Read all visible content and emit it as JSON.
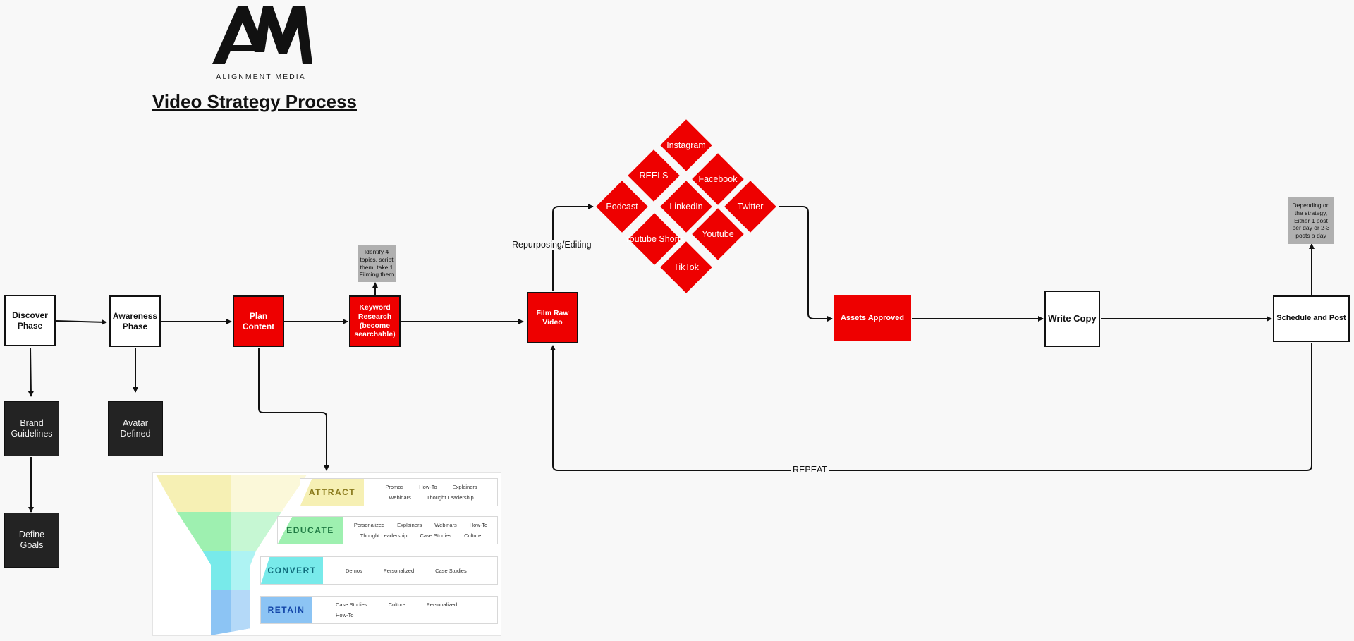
{
  "logo": {
    "brand_name": "ALIGNMENT MEDIA",
    "monogram": "AM"
  },
  "page_title": "Video Strategy Process",
  "boxes": {
    "discover": "Discover Phase",
    "awareness": "Awareness Phase",
    "plan": "Plan Content",
    "keyword": "Keyword Research (become searchable)",
    "film": "Film Raw Video",
    "assets": "Assets Approved",
    "write": "Write Copy",
    "schedule": "Schedule and Post",
    "brand": "Brand Guidelines",
    "avatar": "Avatar Defined",
    "goals": "Define Goals"
  },
  "notes": {
    "keyword_note": "Identify 4 topics, script them, take 1 Filming them",
    "schedule_note": "Depending on the strategy, Either 1 post per day or 2-3 posts a day"
  },
  "edge_labels": {
    "repurposing": "Repurposing/Editing",
    "repeat": "REPEAT"
  },
  "platforms": {
    "instagram": "Instagram",
    "reels": "REELS",
    "facebook": "Facebook",
    "podcast": "Podcast",
    "linkedin": "LinkedIn",
    "twitter": "Twitter",
    "youtube_shorts": "Youtube Shorts",
    "youtube": "Youtube",
    "tiktok": "TikTok"
  },
  "funnel": {
    "attract": {
      "label": "ATTRACT",
      "items": [
        "Promos",
        "How-To",
        "Explainers",
        "Webinars",
        "Thought Leadership"
      ]
    },
    "educate": {
      "label": "EDUCATE",
      "items": [
        "Personalized",
        "Explainers",
        "Webinars",
        "How-To",
        "Thought Leadership",
        "Case Studies",
        "Culture"
      ]
    },
    "convert": {
      "label": "CONVERT",
      "items": [
        "Demos",
        "Personalized",
        "Case Studies"
      ]
    },
    "retain": {
      "label": "RETAIN",
      "items": [
        "Case Studies",
        "Culture",
        "Personalized",
        "How-To"
      ]
    }
  },
  "colors": {
    "process_red": "#ee0000",
    "dark_box": "#232323",
    "note_grey": "#b0b0b0",
    "attract": "#f6f0b4",
    "educate": "#9ef0b0",
    "convert": "#78eaea",
    "retain": "#8cc4f4"
  }
}
